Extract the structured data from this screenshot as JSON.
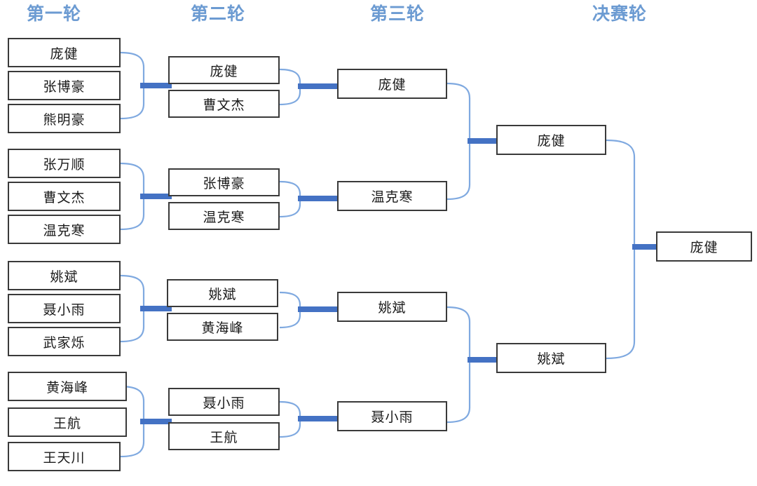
{
  "diagram": {
    "title_color": "#6C9BD2",
    "box_border_color": "#3a3a3a",
    "bracket_line_color": "#7FA9E0",
    "feed_bar_color": "#4472C4"
  },
  "round_titles": [
    {
      "label": "第一轮"
    },
    {
      "label": "第二轮"
    },
    {
      "label": "第三轮"
    },
    {
      "label": "决赛轮"
    }
  ],
  "rounds": {
    "round1": {
      "title": "第一轮",
      "groups": [
        {
          "players": [
            {
              "name": "庞健"
            },
            {
              "name": "张博豪"
            },
            {
              "name": "熊明豪"
            }
          ]
        },
        {
          "players": [
            {
              "name": "张万顺"
            },
            {
              "name": "曹文杰"
            },
            {
              "name": "温克寒"
            }
          ]
        },
        {
          "players": [
            {
              "name": "姚斌"
            },
            {
              "name": "聂小雨"
            },
            {
              "name": "武家烁"
            }
          ]
        },
        {
          "players": [
            {
              "name": "黄海峰"
            },
            {
              "name": "王航"
            },
            {
              "name": "王天川"
            }
          ]
        }
      ]
    },
    "round2": {
      "title": "第二轮",
      "groups": [
        {
          "players": [
            {
              "name": "庞健"
            },
            {
              "name": "曹文杰"
            }
          ]
        },
        {
          "players": [
            {
              "name": "张博豪"
            },
            {
              "name": "温克寒"
            }
          ]
        },
        {
          "players": [
            {
              "name": "姚斌"
            },
            {
              "name": "黄海峰"
            }
          ]
        },
        {
          "players": [
            {
              "name": "聂小雨"
            },
            {
              "name": "王航"
            }
          ]
        }
      ]
    },
    "round3": {
      "title": "第三轮",
      "players": [
        {
          "name": "庞健"
        },
        {
          "name": "温克寒"
        },
        {
          "name": "姚斌"
        },
        {
          "name": "聂小雨"
        }
      ]
    },
    "semifinal": {
      "players": [
        {
          "name": "庞健"
        },
        {
          "name": "姚斌"
        }
      ]
    },
    "final": {
      "title": "决赛轮",
      "champion": {
        "name": "庞健"
      }
    }
  }
}
